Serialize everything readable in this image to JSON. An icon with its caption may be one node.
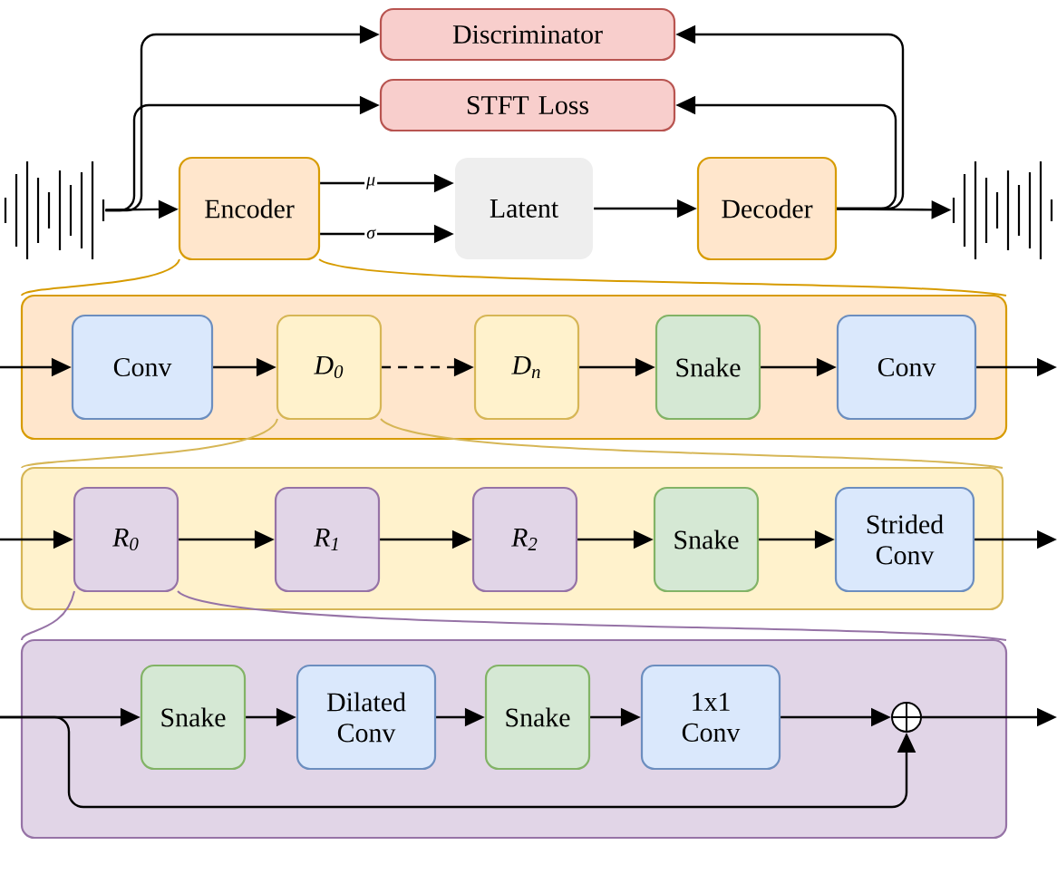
{
  "diagram": {
    "nodes": [
      {
        "text": [],
        "shape": "picture"
      },
      {
        "text": [
          "Discriminator"
        ]
      },
      {
        "text": [
          "STFT Loss"
        ]
      },
      {
        "text": [
          "Encoder"
        ]
      },
      {
        "text": [
          "Latent"
        ]
      },
      {
        "text": [
          "Decoder"
        ]
      },
      {
        "text": [],
        "shape": "picture"
      },
      {
        "text": [],
        "shape": "box"
      },
      {
        "text": [
          "Conv"
        ],
        "in": 7
      },
      {
        "text": [
          "D$_{0}$"
        ],
        "in": 7
      },
      {
        "text": [
          "D$_{n}$"
        ],
        "in": 7
      },
      {
        "text": [
          "Snake"
        ],
        "in": 7
      },
      {
        "text": [
          "Conv"
        ],
        "in": 7
      },
      {
        "text": [],
        "shape": "box"
      },
      {
        "text": [
          "R$_{0}$"
        ],
        "in": 13
      },
      {
        "text": [
          "R$_{1}$"
        ],
        "in": 13
      },
      {
        "text": [
          "R$_{2}$"
        ],
        "in": 13
      },
      {
        "text": [
          "Snake"
        ],
        "in": 13
      },
      {
        "text": [
          "Strided Conv"
        ],
        "in": 13
      },
      {
        "text": [],
        "shape": "box"
      },
      {
        "text": [
          "Snake"
        ],
        "in": 19
      },
      {
        "text": [
          "Dilated Conv"
        ],
        "in": 19
      },
      {
        "text": [
          "Snake"
        ],
        "in": 19
      },
      {
        "text": [
          "1x1 Conv"
        ],
        "in": 19
      },
      {
        "text": [],
        "shape": "circle",
        "in": 19
      }
    ],
    "edges": [
      {
        "from": 0,
        "to": 3,
        "arrow": "to"
      },
      {
        "from": 0,
        "to": 1,
        "arrow": "to"
      },
      {
        "from": 0,
        "to": 2,
        "arrow": "to"
      },
      {
        "from": 3,
        "to": 4,
        "label": "μ",
        "arrow": "to"
      },
      {
        "from": 3,
        "to": 4,
        "label": "σ",
        "arrow": "to"
      },
      {
        "from": 4,
        "to": 5,
        "arrow": "to"
      },
      {
        "from": 5,
        "to": 6,
        "arrow": "to"
      },
      {
        "from": 5,
        "to": 1,
        "arrow": "to"
      },
      {
        "from": 5,
        "to": 2,
        "arrow": "to"
      },
      {
        "from": null,
        "to": 8,
        "arrow": "to"
      },
      {
        "from": 8,
        "to": 9,
        "arrow": "to"
      },
      {
        "from": 9,
        "to": 10,
        "arrow": "to",
        "style": "dashed"
      },
      {
        "from": 10,
        "to": 11,
        "arrow": "to"
      },
      {
        "from": 11,
        "to": 12,
        "arrow": "to"
      },
      {
        "from": 12,
        "to": null,
        "arrow": "to"
      },
      {
        "from": null,
        "to": 14,
        "arrow": "to"
      },
      {
        "from": 14,
        "to": 15,
        "arrow": "to"
      },
      {
        "from": 15,
        "to": 16,
        "arrow": "to"
      },
      {
        "from": 16,
        "to": 17,
        "arrow": "to"
      },
      {
        "from": 17,
        "to": 18,
        "arrow": "to"
      },
      {
        "from": 18,
        "to": null,
        "arrow": "to"
      },
      {
        "from": null,
        "to": 20,
        "arrow": "to"
      },
      {
        "from": 20,
        "to": 21,
        "arrow": "to"
      },
      {
        "from": 21,
        "to": 22,
        "arrow": "to"
      },
      {
        "from": 22,
        "to": 23,
        "arrow": "to"
      },
      {
        "from": 23,
        "to": 24,
        "arrow": "to"
      },
      {
        "from": 24,
        "to": null,
        "arrow": "to"
      },
      {
        "from": null,
        "to": 24,
        "arrow": "to"
      },
      {
        "from": 3,
        "to": 7,
        "arrow": "none",
        "color": "#d79b00"
      },
      {
        "from": 3,
        "to": 7,
        "arrow": "none",
        "color": "#d79b00"
      },
      {
        "from": 9,
        "to": 13,
        "arrow": "none",
        "color": "#d6b656"
      },
      {
        "from": 9,
        "to": 13,
        "arrow": "none",
        "color": "#d6b656"
      },
      {
        "from": 14,
        "to": 19,
        "arrow": "none",
        "color": "#9673a6"
      },
      {
        "from": 14,
        "to": 19,
        "arrow": "none",
        "color": "#9673a6"
      }
    ]
  }
}
